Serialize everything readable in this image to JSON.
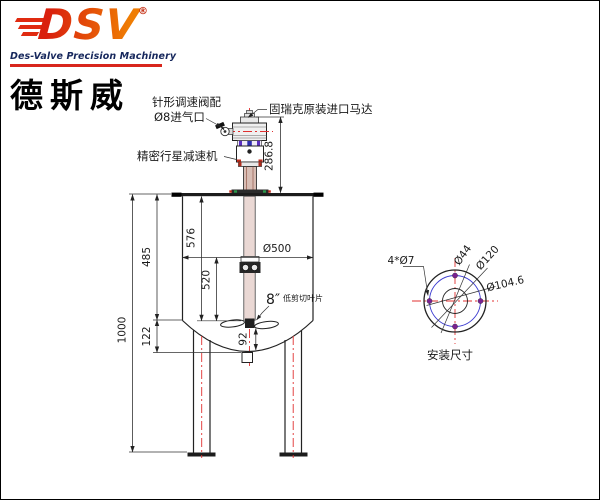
{
  "logo": {
    "name": "DSV",
    "registered": "®",
    "tagline": "Des-Valve Precision Machinery",
    "chinese": "德斯威"
  },
  "front_view": {
    "labels": {
      "air_valve_line1": "针形调速阀配",
      "air_valve_line2": "Ø8进气口",
      "motor": "固瑞克原装进口马达",
      "reducer": "精密行星减速机",
      "impeller_size": "8″",
      "impeller_type": "低剪切叶片"
    },
    "dimensions": {
      "motor_assembly_height": "286.8",
      "lid_to_impeller": "576",
      "tank_wall_height": "485",
      "coupling_to_impeller": "520",
      "overall_height": "1000",
      "dish_depth": "122",
      "impeller_clearance": "92",
      "tank_diameter": "Ø500"
    }
  },
  "flange_view": {
    "bolt_holes": "4*Ø7",
    "shaft_diameter": "Ø44",
    "outer_diameter": "Ø120",
    "bolt_circle_diameter": "Ø104.6",
    "caption": "安装尺寸"
  },
  "colors": {
    "logo_red": "#e02a10",
    "logo_orange": "#ef7c03",
    "tagline_navy": "#16275c",
    "centerline_red": "#e03030",
    "bolt_circle_blue": "#3b3bd0",
    "hole_purple": "#7a2090",
    "line_black": "#1a1a1a"
  }
}
